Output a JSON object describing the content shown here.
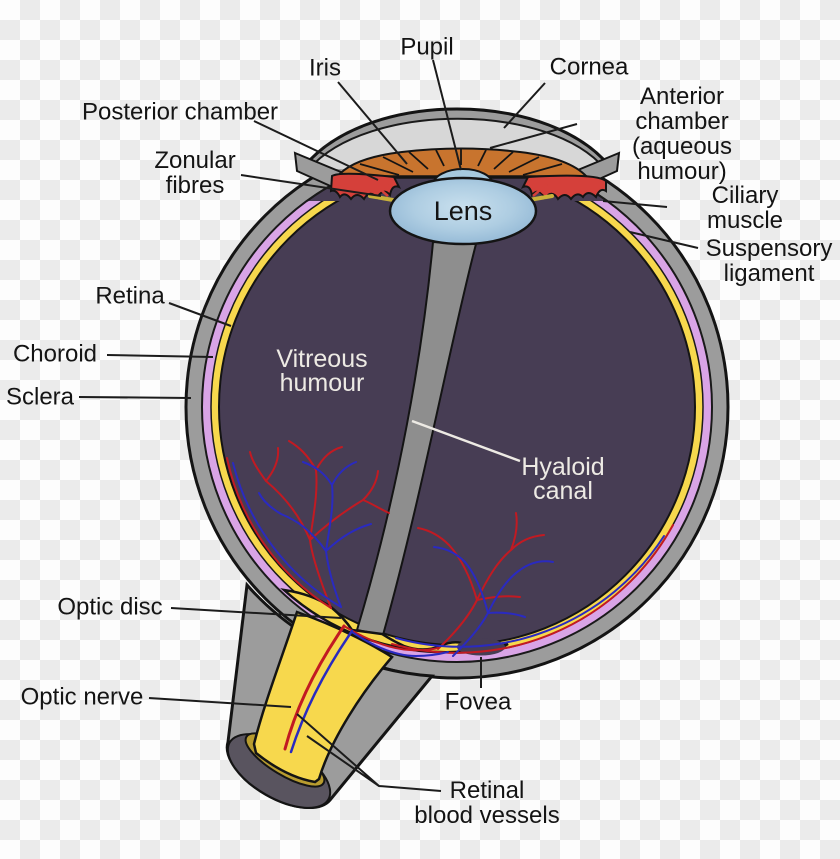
{
  "colors": {
    "background_checker_light": "#fdfdfd",
    "background_checker_dark": "#ebebeb",
    "sclera_gray": "#9c9c9c",
    "cornea_chamber_gray": "#d7d7d7",
    "iris_orange": "#c8742e",
    "lens_blue": "#8fb6d4",
    "pupil_bump_blue": "#a6c9de",
    "ciliary_red": "#d5403a",
    "zonule_yellow": "#c9b23a",
    "choroid_violet": "#d9a4e6",
    "retina_yellow": "#f7d84d",
    "vitreous_purple": "#473d54",
    "nerve_cut_dark": "#59545f",
    "nerve_cut_olive": "#b89c2f",
    "hyaloid_canal_gray": "#8e8e8e",
    "artery_red": "#c21a22",
    "vein_blue": "#2a2ac0",
    "label_black": "#141414",
    "label_white": "#edeae4"
  },
  "internal_labels": {
    "lens": "Lens",
    "vitreous_line1": "Vitreous",
    "vitreous_line2": "humour",
    "hyaloid_line1": "Hyaloid",
    "hyaloid_line2": "canal"
  },
  "labels": [
    {
      "id": "pupil",
      "text": "Pupil"
    },
    {
      "id": "iris",
      "text": "Iris"
    },
    {
      "id": "cornea",
      "text": "Cornea"
    },
    {
      "id": "posterior-chamber",
      "text": "Posterior chamber"
    },
    {
      "id": "anterior-chamber",
      "text": "Anterior chamber\n(aqueous humour)"
    },
    {
      "id": "zonular-fibres",
      "text": "Zonular\nfibres"
    },
    {
      "id": "ciliary-muscle",
      "text": "Ciliary muscle"
    },
    {
      "id": "suspensory-ligament",
      "text": "Suspensory\nligament"
    },
    {
      "id": "retina",
      "text": "Retina"
    },
    {
      "id": "choroid",
      "text": "Choroid"
    },
    {
      "id": "sclera",
      "text": "Sclera"
    },
    {
      "id": "optic-disc",
      "text": "Optic disc"
    },
    {
      "id": "optic-nerve",
      "text": "Optic nerve"
    },
    {
      "id": "fovea",
      "text": "Fovea"
    },
    {
      "id": "retinal-blood-vessels",
      "text": "Retinal\nblood vessels"
    }
  ]
}
